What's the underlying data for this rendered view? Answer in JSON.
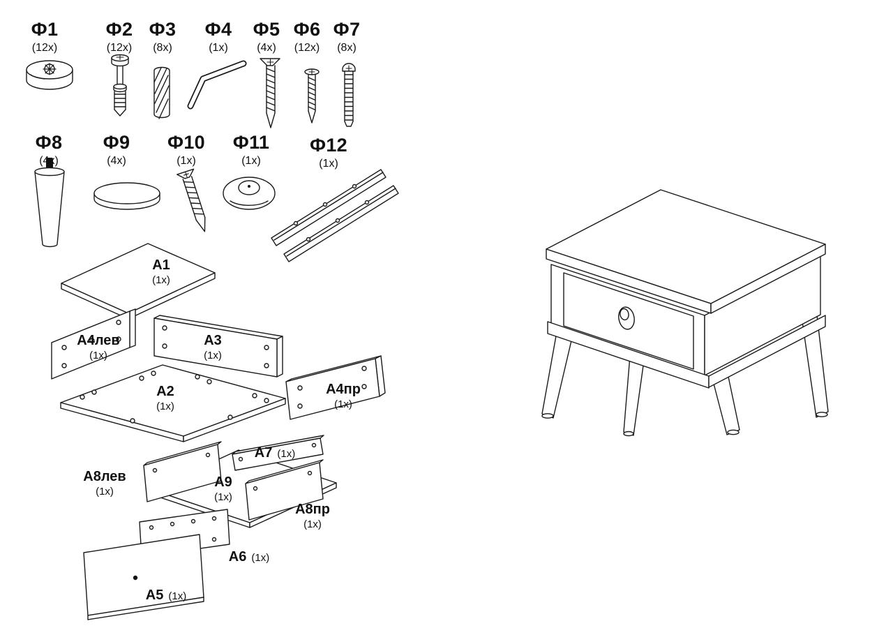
{
  "colors": {
    "ink": "#1a1a1a",
    "background": "#ffffff"
  },
  "hardware": [
    {
      "id": "Ф1",
      "qty": "(12x)",
      "icon": "cam-lock-icon"
    },
    {
      "id": "Ф2",
      "qty": "(12x)",
      "icon": "cam-bolt-icon"
    },
    {
      "id": "Ф3",
      "qty": "(8x)",
      "icon": "wood-dowel-icon"
    },
    {
      "id": "Ф4",
      "qty": "(1x)",
      "icon": "allen-key-icon"
    },
    {
      "id": "Ф5",
      "qty": "(4x)",
      "icon": "wood-screw-icon"
    },
    {
      "id": "Ф6",
      "qty": "(12x)",
      "icon": "small-screw-icon"
    },
    {
      "id": "Ф7",
      "qty": "(8x)",
      "icon": "confirmat-screw-icon"
    },
    {
      "id": "Ф8",
      "qty": "(4x)",
      "icon": "furniture-leg-icon"
    },
    {
      "id": "Ф9",
      "qty": "(4x)",
      "icon": "round-pad-icon"
    },
    {
      "id": "Ф10",
      "qty": "(1x)",
      "icon": "long-screw-icon"
    },
    {
      "id": "Ф11",
      "qty": "(1x)",
      "icon": "knob-icon"
    },
    {
      "id": "Ф12",
      "qty": "(1x)",
      "icon": "drawer-slides-icon"
    }
  ],
  "panels": [
    {
      "id": "А1",
      "qty": "(1x)"
    },
    {
      "id": "А4лев",
      "qty": "(1x)"
    },
    {
      "id": "А3",
      "qty": "(1x)"
    },
    {
      "id": "А2",
      "qty": "(1x)"
    },
    {
      "id": "А4пр",
      "qty": "(1x)"
    },
    {
      "id": "А7",
      "qty": "(1x)"
    },
    {
      "id": "А8лев",
      "qty": "(1x)"
    },
    {
      "id": "А9",
      "qty": "(1x)"
    },
    {
      "id": "А8пр",
      "qty": "(1x)"
    },
    {
      "id": "А6",
      "qty": "(1x)"
    },
    {
      "id": "А5",
      "qty": "(1x)"
    }
  ]
}
